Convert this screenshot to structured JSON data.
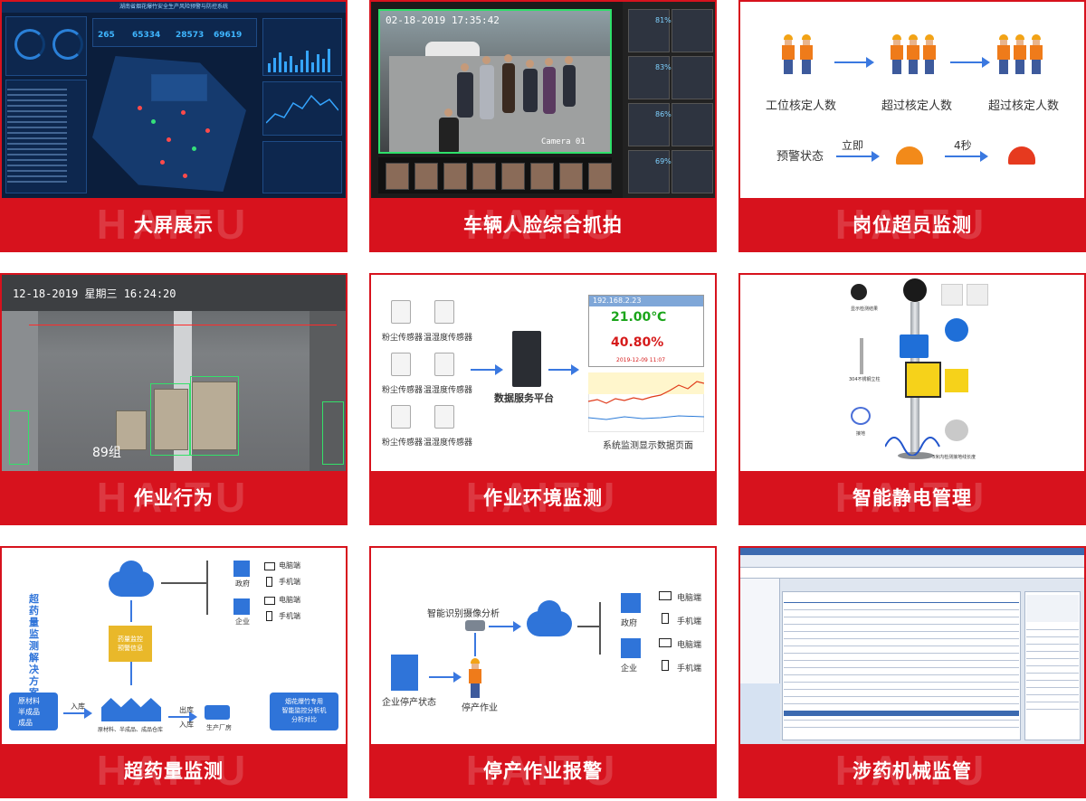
{
  "watermark": "HAITU",
  "tiles": [
    {
      "title": "大屏展示"
    },
    {
      "title": "车辆人脸综合抓拍"
    },
    {
      "title": "岗位超员监测"
    },
    {
      "title": "作业行为"
    },
    {
      "title": "作业环境监测"
    },
    {
      "title": "智能静电管理"
    },
    {
      "title": "超药量监测"
    },
    {
      "title": "停产作业报警"
    },
    {
      "title": "涉药机械监管"
    }
  ],
  "dashboard": {
    "header": "湖南省烟花爆竹安全生产风险预警与防控系统",
    "stats": [
      "65334",
      "28573",
      "69619"
    ]
  },
  "camera": {
    "timestamp": "02-18-2019 17:35:42",
    "label": "Camera 01",
    "scores": [
      "81%",
      "83%",
      "86%",
      "69%"
    ]
  },
  "staffing": {
    "labels": [
      "工位核定人数",
      "超过核定人数",
      "超过核定人数"
    ],
    "status_label": "预警状态",
    "immediate": "立即",
    "delay": "4秒"
  },
  "behavior": {
    "timestamp": "12-18-2019 星期三 16:24:20",
    "note": "89组"
  },
  "environment": {
    "sensor_labels": [
      "粉尘传感器",
      "温湿度传感器",
      "粉尘传感器",
      "温湿度传感器",
      "粉尘传感器",
      "温湿度传感器"
    ],
    "platform": "数据服务平台",
    "ip": "192.168.2.23",
    "temperature": "21.00℃",
    "humidity": "40.80%",
    "caption": "系统监测显示数据页面",
    "date": "2019-12-09 11:07"
  },
  "static": {
    "labels": [
      "显示检测结果",
      "304不锈钢立柱",
      "接地",
      "3米内检测接地线长度"
    ]
  },
  "dosage": {
    "vertical_title": "超药量监测解决方案",
    "monitor_box": "药量监控\n预警信息",
    "gov": "政府",
    "ent": "企业",
    "pc": "电脑端",
    "mobile": "手机端",
    "materials": [
      "原材料",
      "半成品",
      "成品"
    ],
    "in1": "入库",
    "warehouse": "原材料、半成品、成品仓库",
    "out": "出库",
    "in2": "入库",
    "factory": "生产厂房",
    "analyzer": "烟花爆竹专用\n智能监控分析机\n分析对比"
  },
  "stoppage": {
    "camera_label": "智能识别摄像分析",
    "gov": "政府",
    "ent": "企业",
    "pc": "电脑端",
    "mobile": "手机端",
    "state": "企业停产状态",
    "work": "停产作业"
  }
}
